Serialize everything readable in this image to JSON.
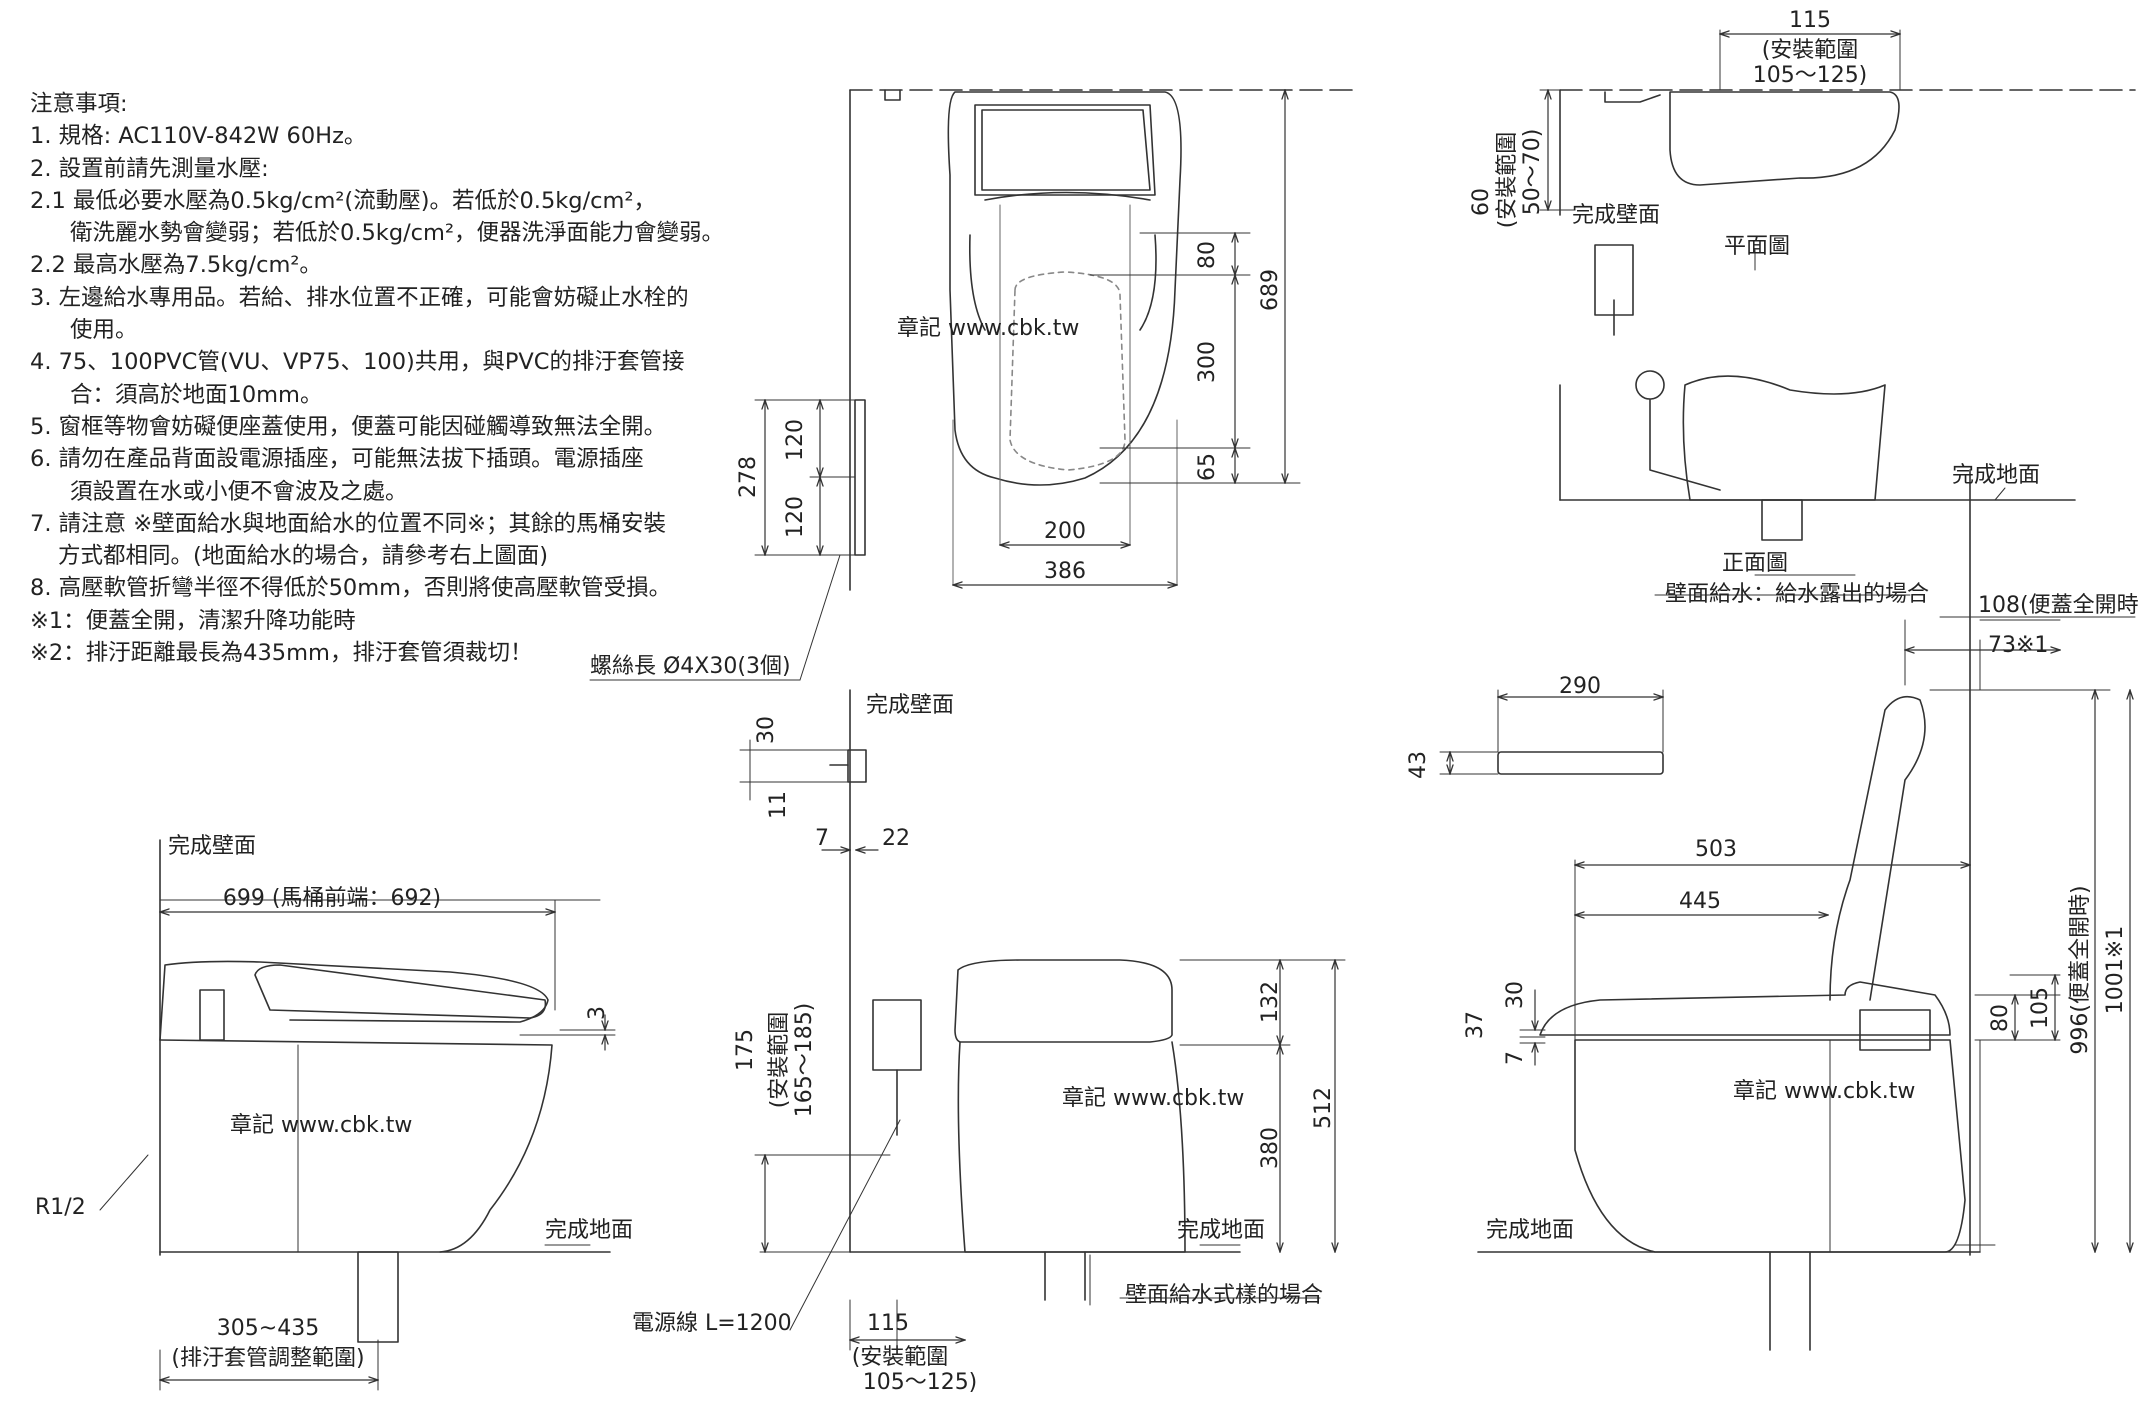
{
  "notes": {
    "heading": "注意事項:",
    "lines": [
      "1.  規格: AC110V-842W  60Hz。",
      "2.  設置前請先測量水壓:",
      "2.1 最低必要水壓為0.5kg/cm²(流動壓)。若低於0.5kg/cm²，",
      "衛洗麗水勢會變弱；若低於0.5kg/cm²，便器洗淨面能力會變弱。",
      "2.2 最高水壓為7.5kg/cm²。",
      "3.  左邊給水專用品。若給、排水位置不正確，可能會妨礙止水栓的",
      "使用。",
      "4.  75、100PVC管(VU、VP75、100)共用，與PVC的排汙套管接",
      "合：須高於地面10mm。",
      "5.  窗框等物會妨礙便座蓋使用，便蓋可能因碰觸導致無法全開。",
      "6.  請勿在產品背面設電源插座，可能無法拔下插頭。電源插座",
      "須設置在水或小便不會波及之處。",
      "7. 請注意 ※壁面給水與地面給水的位置不同※；其餘的馬桶安裝",
      "方式都相同。(地面給水的場合，請參考右上圖面)",
      "8. 高壓軟管折彎半徑不得低於50mm，否則將使高壓軟管受損。",
      "※1：便蓋全開，清潔升降功能時",
      "※2：排汙距離最長為435mm，排汙套管須裁切！"
    ]
  },
  "labels": {
    "finished_wall": "完成壁面",
    "finished_floor": "完成地面",
    "watermark": "章記 www.cbk.tw",
    "screw": "螺絲長 Ø4X30(3個)",
    "power_cord": "電源線  L=1200",
    "r12": "R1/2",
    "plan_view": "平面圖",
    "front_view": "正面圖",
    "wall_supply_exposed": "壁面給水：給水露出的場合",
    "wall_supply_spec": "壁面給水式樣的場合",
    "install_range": "(安裝範圍",
    "range_105_125": "105～125)",
    "range_50_70": "50～70)",
    "range_165_185": "165～185)",
    "drain_adjust_range": "(排汙套管調整範圍)",
    "length_699": "699 (馬桶前端：692)",
    "lid_open_108": "108(便蓋全開時",
    "mark_73": "73※1",
    "h996": "996(便蓋全開時)",
    "h1001": "1001※1"
  },
  "dims": {
    "top_view": [
      "80",
      "689",
      "300",
      "65",
      "200",
      "386"
    ],
    "bracket": [
      "278",
      "120",
      "120"
    ],
    "plan": [
      "115",
      "60"
    ],
    "pipe": [
      "30",
      "11",
      "7",
      "22"
    ],
    "side": [
      "3",
      "305~435"
    ],
    "front": [
      "175",
      "132",
      "512",
      "380",
      "115"
    ],
    "remote": [
      "290",
      "43"
    ],
    "right_side": [
      "503",
      "445",
      "30",
      "37",
      "7",
      "80",
      "105"
    ]
  }
}
